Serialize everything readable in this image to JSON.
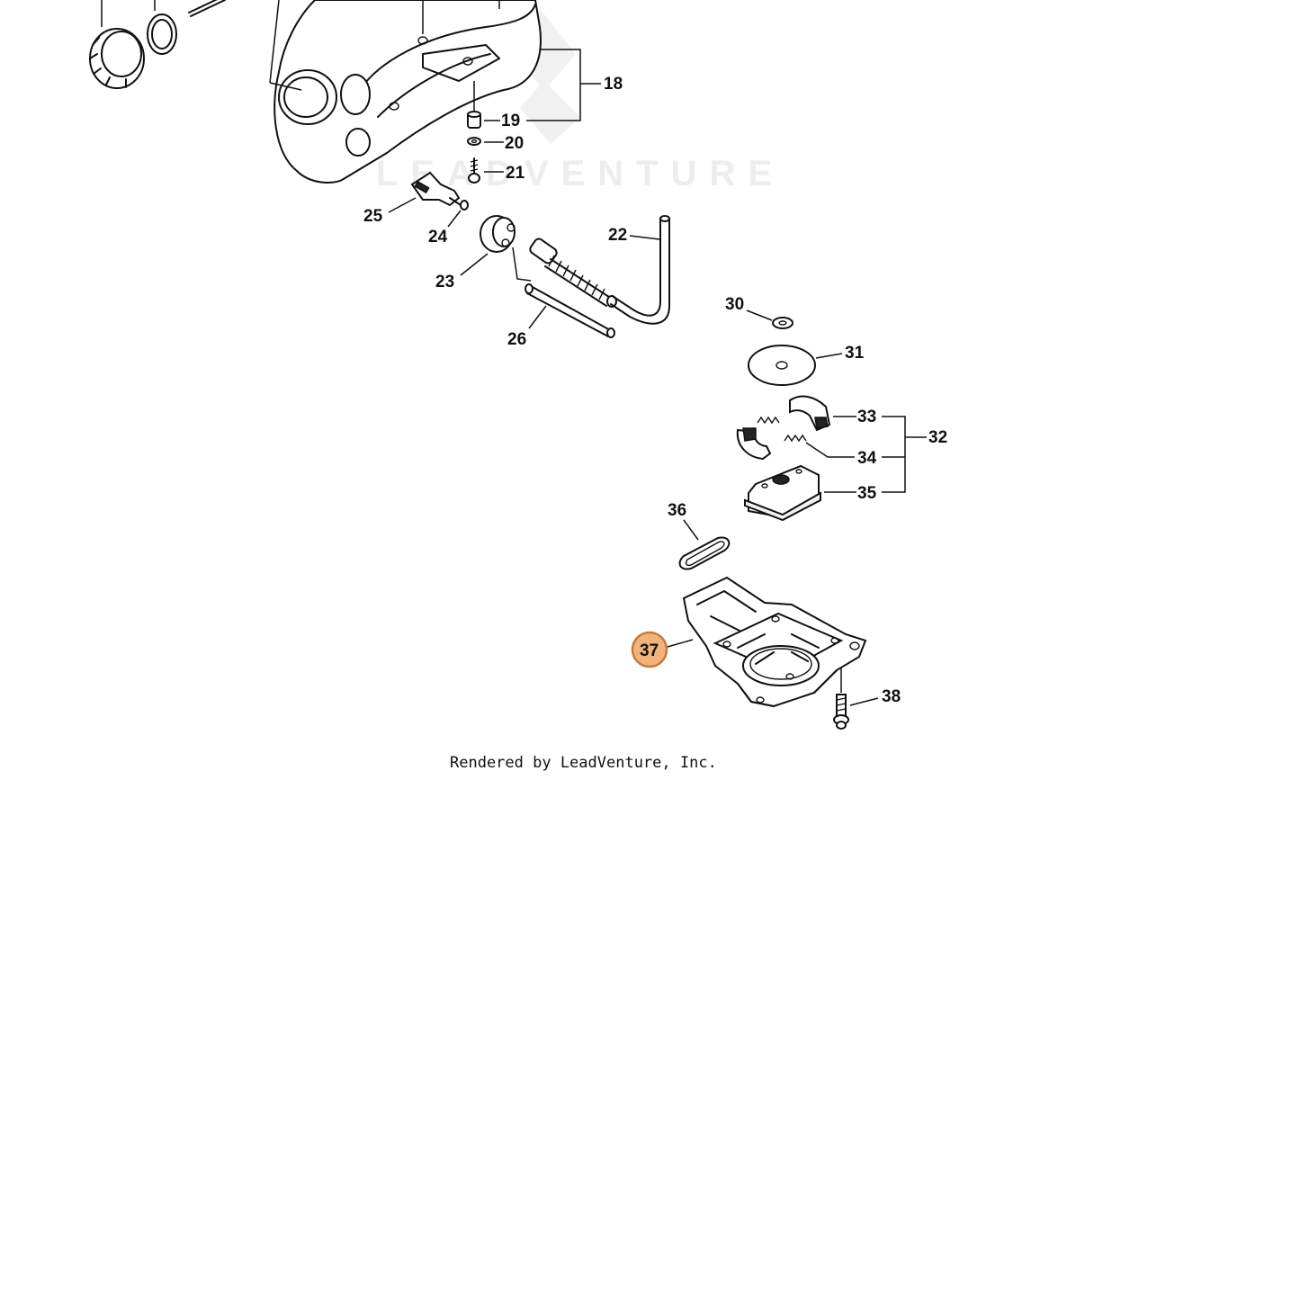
{
  "watermark": "LEADVENTURE",
  "footer": "Rendered by LeadVenture, Inc.",
  "highlight_color": "#f0b37a",
  "highlighted_part": "37",
  "callouts": {
    "c18": "18",
    "c19": "19",
    "c20": "20",
    "c21": "21",
    "c22": "22",
    "c23": "23",
    "c24": "24",
    "c25": "25",
    "c26": "26",
    "c30": "30",
    "c31": "31",
    "c32": "32",
    "c33": "33",
    "c34": "34",
    "c35": "35",
    "c36": "36",
    "c37": "37",
    "c38": "38"
  }
}
